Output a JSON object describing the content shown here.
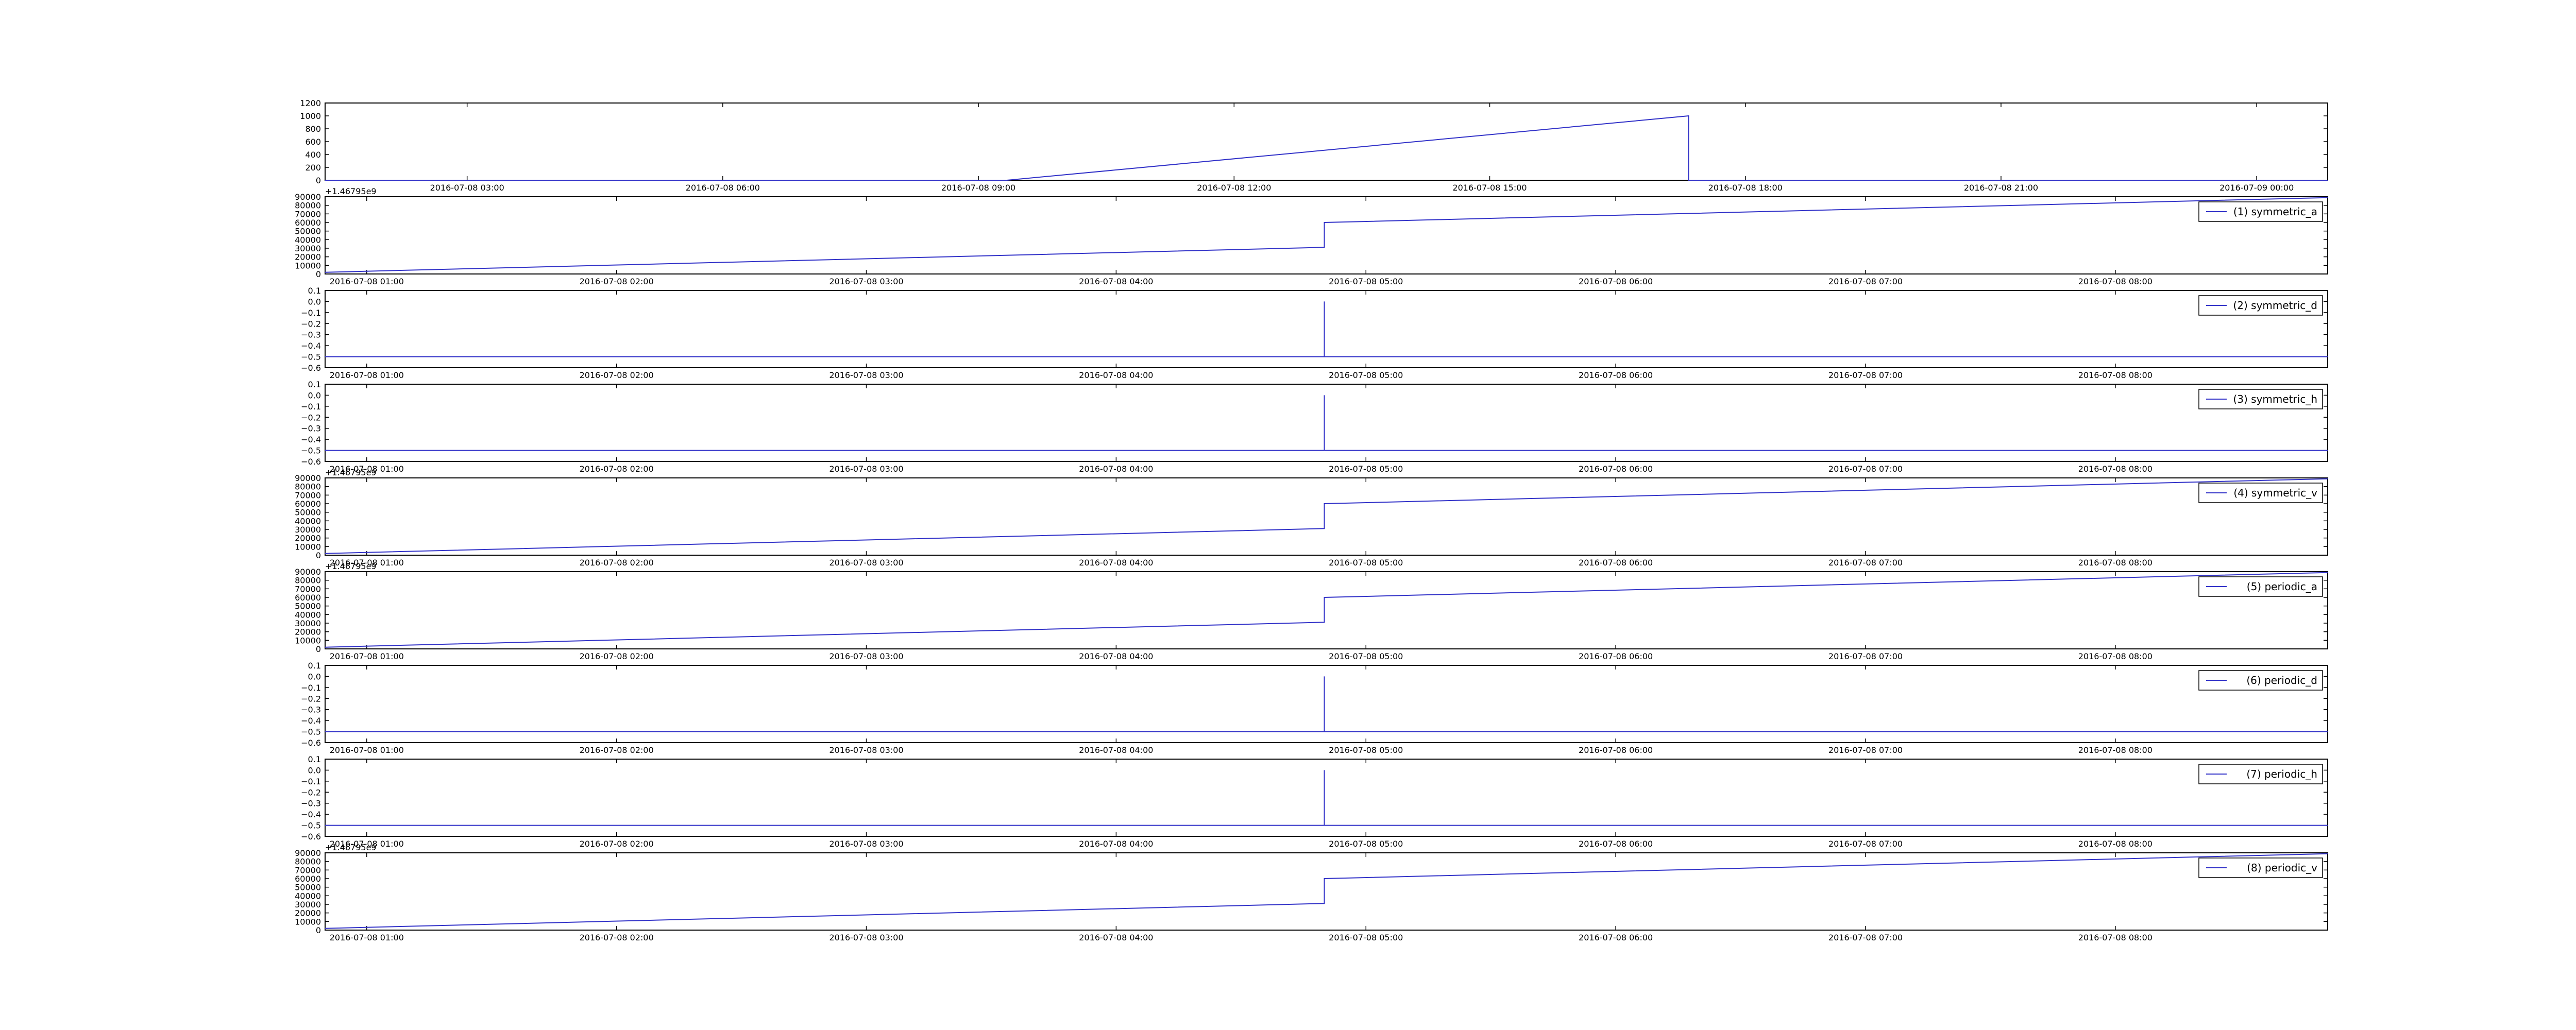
{
  "colors": {
    "series": "#3232c8",
    "axes": "#000000",
    "background": "#ffffff"
  },
  "chart_data": [
    {
      "type": "line",
      "title": "",
      "legend": null,
      "xlim": [
        "2016-07-08T01:20:00",
        "2016-07-09T00:50:00"
      ],
      "ylim": [
        0,
        1200
      ],
      "y_ticks": [
        "0",
        "200",
        "400",
        "600",
        "800",
        "1000",
        "1200"
      ],
      "x_ticks": [
        "2016-07-08 03:00",
        "2016-07-08 06:00",
        "2016-07-08 09:00",
        "2016-07-08 12:00",
        "2016-07-08 15:00",
        "2016-07-08 18:00",
        "2016-07-08 21:00",
        "2016-07-09 00:00"
      ],
      "x": [
        "2016-07-08T01:20:00",
        "2016-07-08T09:20:00",
        "2016-07-08T17:20:00",
        "2016-07-08T17:20:00",
        "2016-07-09T00:50:00"
      ],
      "y": [
        0,
        0,
        1000,
        0,
        0
      ]
    },
    {
      "type": "line",
      "legend": "(1) symmetric_a",
      "legend_position": "upper right",
      "offset_label": "+1.46795e9",
      "xlim": [
        "2016-07-08T00:50:00",
        "2016-07-08T08:51:00"
      ],
      "ylim": [
        0,
        90000
      ],
      "y_ticks": [
        "0",
        "10000",
        "20000",
        "30000",
        "40000",
        "50000",
        "60000",
        "70000",
        "80000",
        "90000"
      ],
      "x_ticks": [
        "2016-07-08 01:00",
        "2016-07-08 02:00",
        "2016-07-08 03:00",
        "2016-07-08 04:00",
        "2016-07-08 05:00",
        "2016-07-08 06:00",
        "2016-07-08 07:00",
        "2016-07-08 08:00"
      ],
      "x": [
        "2016-07-08T00:50:00",
        "2016-07-08T04:50:00",
        "2016-07-08T04:50:00",
        "2016-07-08T08:51:00"
      ],
      "y": [
        2000,
        31000,
        60000,
        89000
      ]
    },
    {
      "type": "line",
      "legend": "(2) symmetric_d",
      "legend_position": "upper right",
      "xlim": [
        "2016-07-08T00:50:00",
        "2016-07-08T08:51:00"
      ],
      "ylim": [
        -0.6,
        0.1
      ],
      "y_ticks": [
        "−0.6",
        "−0.5",
        "−0.4",
        "−0.3",
        "−0.2",
        "−0.1",
        "0.0",
        "0.1"
      ],
      "x_ticks": [
        "2016-07-08 01:00",
        "2016-07-08 02:00",
        "2016-07-08 03:00",
        "2016-07-08 04:00",
        "2016-07-08 05:00",
        "2016-07-08 06:00",
        "2016-07-08 07:00",
        "2016-07-08 08:00"
      ],
      "x": [
        "2016-07-08T00:50:00",
        "2016-07-08T04:50:00",
        "2016-07-08T04:50:00",
        "2016-07-08T04:50:00",
        "2016-07-08T08:51:00"
      ],
      "y": [
        -0.5,
        -0.5,
        0.0,
        -0.5,
        -0.5
      ]
    },
    {
      "type": "line",
      "legend": "(3) symmetric_h",
      "legend_position": "upper right",
      "xlim": [
        "2016-07-08T00:50:00",
        "2016-07-08T08:51:00"
      ],
      "ylim": [
        -0.6,
        0.1
      ],
      "y_ticks": [
        "−0.6",
        "−0.5",
        "−0.4",
        "−0.3",
        "−0.2",
        "−0.1",
        "0.0",
        "0.1"
      ],
      "x_ticks": [
        "2016-07-08 01:00",
        "2016-07-08 02:00",
        "2016-07-08 03:00",
        "2016-07-08 04:00",
        "2016-07-08 05:00",
        "2016-07-08 06:00",
        "2016-07-08 07:00",
        "2016-07-08 08:00"
      ],
      "x": [
        "2016-07-08T00:50:00",
        "2016-07-08T04:50:00",
        "2016-07-08T04:50:00",
        "2016-07-08T04:50:00",
        "2016-07-08T08:51:00"
      ],
      "y": [
        -0.5,
        -0.5,
        0.0,
        -0.5,
        -0.5
      ]
    },
    {
      "type": "line",
      "legend": "(4) symmetric_v",
      "legend_position": "upper right",
      "offset_label": "+1.46795e9",
      "xlim": [
        "2016-07-08T00:50:00",
        "2016-07-08T08:51:00"
      ],
      "ylim": [
        0,
        90000
      ],
      "y_ticks": [
        "0",
        "10000",
        "20000",
        "30000",
        "40000",
        "50000",
        "60000",
        "70000",
        "80000",
        "90000"
      ],
      "x_ticks": [
        "2016-07-08 01:00",
        "2016-07-08 02:00",
        "2016-07-08 03:00",
        "2016-07-08 04:00",
        "2016-07-08 05:00",
        "2016-07-08 06:00",
        "2016-07-08 07:00",
        "2016-07-08 08:00"
      ],
      "x": [
        "2016-07-08T00:50:00",
        "2016-07-08T04:50:00",
        "2016-07-08T04:50:00",
        "2016-07-08T08:51:00"
      ],
      "y": [
        2000,
        31000,
        60000,
        89000
      ]
    },
    {
      "type": "line",
      "legend": "(5) periodic_a",
      "legend_position": "upper right",
      "offset_label": "+1.46795e9",
      "xlim": [
        "2016-07-08T00:50:00",
        "2016-07-08T08:51:00"
      ],
      "ylim": [
        0,
        90000
      ],
      "y_ticks": [
        "0",
        "10000",
        "20000",
        "30000",
        "40000",
        "50000",
        "60000",
        "70000",
        "80000",
        "90000"
      ],
      "x_ticks": [
        "2016-07-08 01:00",
        "2016-07-08 02:00",
        "2016-07-08 03:00",
        "2016-07-08 04:00",
        "2016-07-08 05:00",
        "2016-07-08 06:00",
        "2016-07-08 07:00",
        "2016-07-08 08:00"
      ],
      "x": [
        "2016-07-08T00:50:00",
        "2016-07-08T04:50:00",
        "2016-07-08T04:50:00",
        "2016-07-08T08:51:00"
      ],
      "y": [
        2000,
        31000,
        60000,
        89000
      ]
    },
    {
      "type": "line",
      "legend": "(6) periodic_d",
      "legend_position": "upper right",
      "xlim": [
        "2016-07-08T00:50:00",
        "2016-07-08T08:51:00"
      ],
      "ylim": [
        -0.6,
        0.1
      ],
      "y_ticks": [
        "−0.6",
        "−0.5",
        "−0.4",
        "−0.3",
        "−0.2",
        "−0.1",
        "0.0",
        "0.1"
      ],
      "x_ticks": [
        "2016-07-08 01:00",
        "2016-07-08 02:00",
        "2016-07-08 03:00",
        "2016-07-08 04:00",
        "2016-07-08 05:00",
        "2016-07-08 06:00",
        "2016-07-08 07:00",
        "2016-07-08 08:00"
      ],
      "x": [
        "2016-07-08T00:50:00",
        "2016-07-08T04:50:00",
        "2016-07-08T04:50:00",
        "2016-07-08T04:50:00",
        "2016-07-08T08:51:00"
      ],
      "y": [
        -0.5,
        -0.5,
        0.0,
        -0.5,
        -0.5
      ]
    },
    {
      "type": "line",
      "legend": "(7) periodic_h",
      "legend_position": "upper right",
      "xlim": [
        "2016-07-08T00:50:00",
        "2016-07-08T08:51:00"
      ],
      "ylim": [
        -0.6,
        0.1
      ],
      "y_ticks": [
        "−0.6",
        "−0.5",
        "−0.4",
        "−0.3",
        "−0.2",
        "−0.1",
        "0.0",
        "0.1"
      ],
      "x_ticks": [
        "2016-07-08 01:00",
        "2016-07-08 02:00",
        "2016-07-08 03:00",
        "2016-07-08 04:00",
        "2016-07-08 05:00",
        "2016-07-08 06:00",
        "2016-07-08 07:00",
        "2016-07-08 08:00"
      ],
      "x": [
        "2016-07-08T00:50:00",
        "2016-07-08T04:50:00",
        "2016-07-08T04:50:00",
        "2016-07-08T04:50:00",
        "2016-07-08T08:51:00"
      ],
      "y": [
        -0.5,
        -0.5,
        0.0,
        -0.5,
        -0.5
      ]
    },
    {
      "type": "line",
      "legend": "(8) periodic_v",
      "legend_position": "upper right",
      "offset_label": "+1.46795e9",
      "xlim": [
        "2016-07-08T00:50:00",
        "2016-07-08T08:51:00"
      ],
      "ylim": [
        0,
        90000
      ],
      "y_ticks": [
        "0",
        "10000",
        "20000",
        "30000",
        "40000",
        "50000",
        "60000",
        "70000",
        "80000",
        "90000"
      ],
      "x_ticks": [
        "2016-07-08 01:00",
        "2016-07-08 02:00",
        "2016-07-08 03:00",
        "2016-07-08 04:00",
        "2016-07-08 05:00",
        "2016-07-08 06:00",
        "2016-07-08 07:00",
        "2016-07-08 08:00"
      ],
      "x": [
        "2016-07-08T00:50:00",
        "2016-07-08T04:50:00",
        "2016-07-08T04:50:00",
        "2016-07-08T08:51:00"
      ],
      "y": [
        2000,
        31000,
        60000,
        89000
      ]
    }
  ]
}
